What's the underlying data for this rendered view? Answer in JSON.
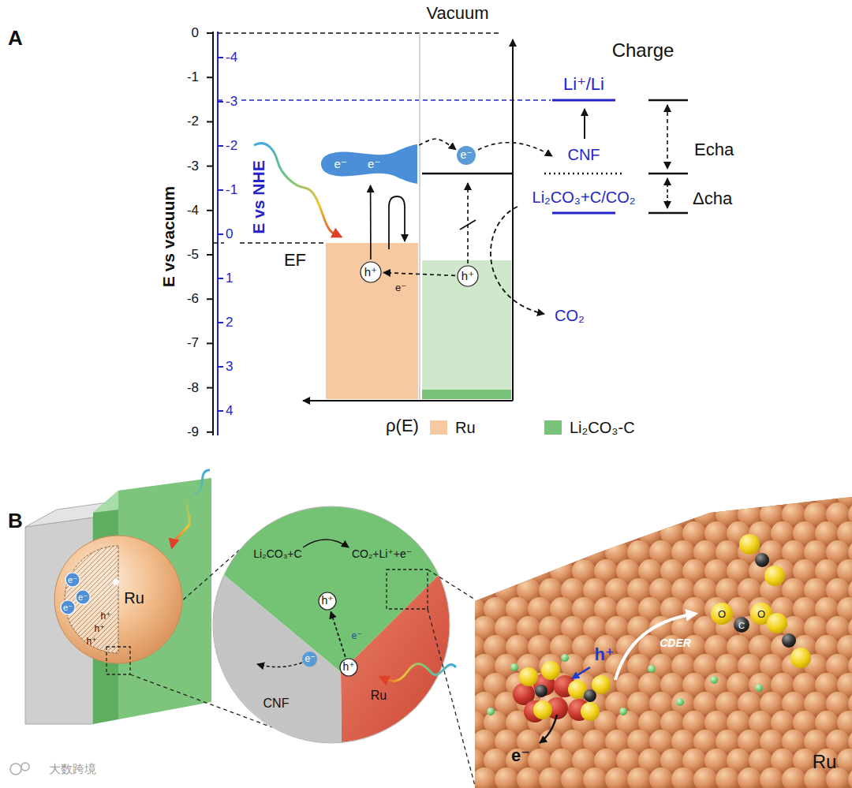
{
  "diagram": {
    "nodes": [
      {
        "text": [
          "e⁻",
          "e⁻"
        ]
      },
      {
        "text": [
          "e⁻"
        ]
      },
      {
        "text": [
          "h⁺"
        ]
      },
      {
        "text": [
          "h⁺"
        ]
      },
      {
        "text": [
          "Ru"
        ]
      },
      {
        "text": [
          "e⁻"
        ],
        "in": 4
      },
      {
        "text": [
          "e⁻"
        ],
        "in": 4
      },
      {
        "text": [
          "e⁻"
        ],
        "in": 4
      },
      {
        "text": [
          "h⁺"
        ]
      },
      {
        "text": [
          "h⁺"
        ]
      },
      {
        "text": [
          "e⁻"
        ]
      }
    ],
    "edges": [
      {
        "from": 0,
        "to": 1,
        "arrow": "to"
      },
      {
        "from": 2,
        "to": 0,
        "arrow": "to"
      },
      {
        "from": 3,
        "to": 2,
        "arrow": "to"
      },
      {
        "from": 9,
        "to": 8,
        "arrow": "to"
      }
    ],
    "labels": [
      "A",
      "Vacuum",
      "Charge",
      "0",
      "-1",
      "-2",
      "-3",
      "-4",
      "-5",
      "-6",
      "-7",
      "-8",
      "-9",
      "-4",
      "-3",
      "-2",
      "-1",
      "0",
      "1",
      "2",
      "3",
      "4",
      "E vs vacuum",
      "E vs NHE",
      "EF",
      "e⁻",
      "Li⁺/Li",
      "CNF",
      "Li₂CO₃+C/CO₂",
      "CO₂",
      "Echa",
      "Δcha",
      "ρ(E)",
      "B",
      "h⁺",
      "h⁺",
      "h⁺",
      "Li₂CO₃+C",
      "CO₂+Li⁺+e⁻",
      "e⁻",
      "CNF",
      "Ru",
      "h⁺",
      "e⁻",
      "CDER",
      "O",
      "C",
      "O",
      "Ru",
      "大数跨境"
    ],
    "legend": [
      {
        "text": "Ru",
        "color": "#f6c9a1"
      },
      {
        "text": "Li₂CO₃-C",
        "color": "#79c27a"
      }
    ]
  }
}
